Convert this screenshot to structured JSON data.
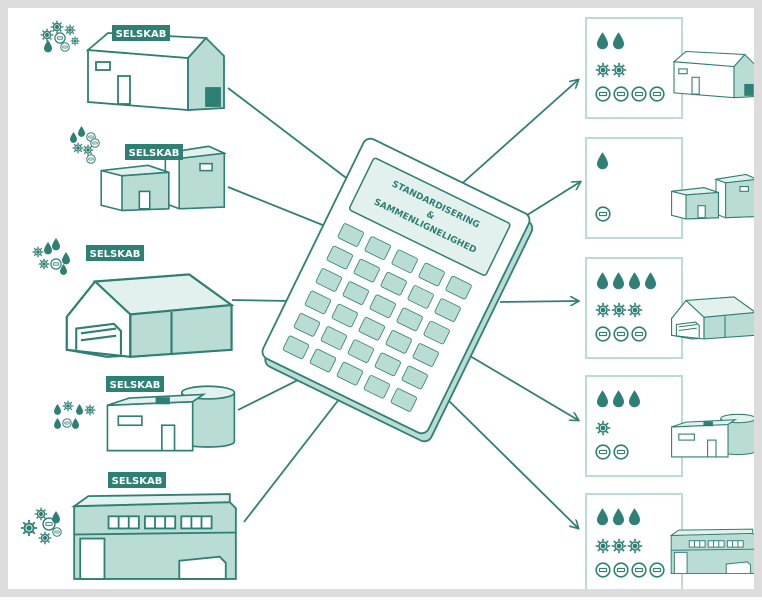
{
  "company_label": "SELSKAB",
  "calculator": {
    "line1": "STANDARDISERING",
    "line2": "&",
    "line3": "SAMMENLIGNELIGHED"
  },
  "colors": {
    "primary": "#2e7f74",
    "light": "#b9ddd5",
    "pale": "#e3f1ee",
    "line": "#2e7f74",
    "frame": "#dcdcdc"
  },
  "sources": [
    {
      "label": "SELSKAB",
      "building": "warehouse-gable",
      "icons": "cluster-gears-left"
    },
    {
      "label": "SELSKAB",
      "building": "two-block",
      "icons": "cluster-drops-gears"
    },
    {
      "label": "SELSKAB",
      "building": "hangar",
      "icons": "cluster-gears-drops"
    },
    {
      "label": "SELSKAB",
      "building": "tank-hall",
      "icons": "row-mixed"
    },
    {
      "label": "SELSKAB",
      "building": "factory",
      "icons": "cluster-gears-big"
    }
  ],
  "results": [
    {
      "drops": 2,
      "gears": 2,
      "badges": 4,
      "building": "warehouse-gable"
    },
    {
      "drops": 1,
      "gears": 0,
      "badges": 1,
      "building": "two-block"
    },
    {
      "drops": 4,
      "gears": 3,
      "badges": 3,
      "building": "hangar"
    },
    {
      "drops": 3,
      "gears": 1,
      "badges": 2,
      "building": "tank-hall"
    },
    {
      "drops": 3,
      "gears": 3,
      "badges": 4,
      "building": "factory"
    }
  ]
}
